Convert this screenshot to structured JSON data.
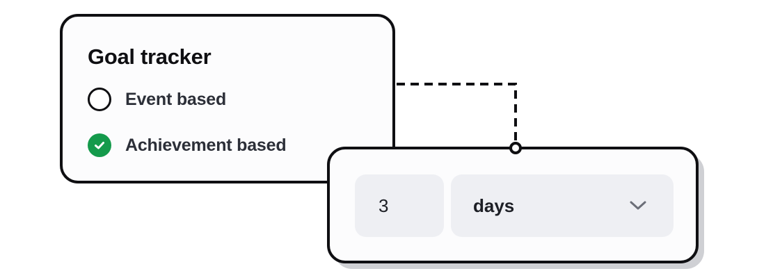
{
  "goal_tracker": {
    "title": "Goal tracker",
    "options": [
      {
        "label": "Event based",
        "selected": false
      },
      {
        "label": "Achievement based",
        "selected": true
      }
    ]
  },
  "duration": {
    "amount": "3",
    "unit": "days"
  },
  "icons": {
    "selected_option": "check-circle-icon",
    "unselected_option": "radio-empty-icon",
    "unit_dropdown": "chevron-down-icon"
  },
  "colors": {
    "border": "#0f0f12",
    "check_green": "#149a4b",
    "field_background": "#eeeff3",
    "text": "#2c2f38",
    "chevron": "#6b6e78"
  }
}
